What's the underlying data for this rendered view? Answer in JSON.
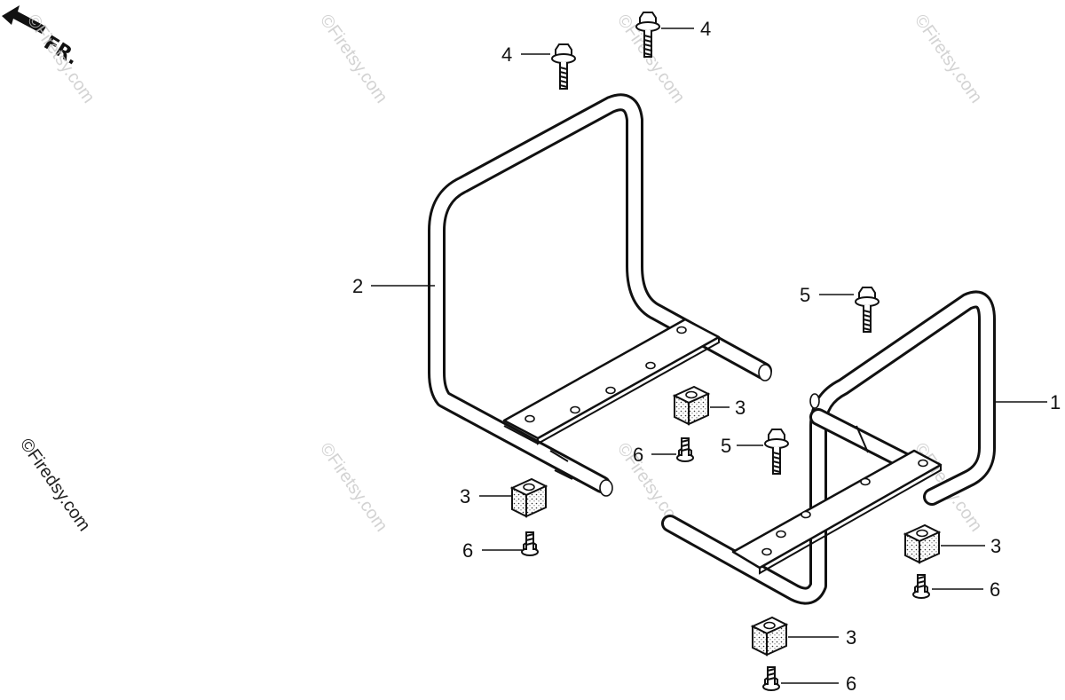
{
  "direction_label": "FR.",
  "watermark": "©Firetsy.com",
  "watermark_side": "©Firedsy.com",
  "parts": [
    {
      "ref": "1"
    },
    {
      "ref": "2"
    },
    {
      "ref": "3"
    },
    {
      "ref": "4"
    },
    {
      "ref": "5"
    },
    {
      "ref": "6"
    }
  ],
  "callouts": {
    "c1": "1",
    "c2": "2",
    "c3a": "3",
    "c3b": "3",
    "c3c": "3",
    "c3d": "3",
    "c4a": "4",
    "c4b": "4",
    "c5a": "5",
    "c5b": "5",
    "c6a": "6",
    "c6b": "6",
    "c6c": "6",
    "c6d": "6"
  }
}
